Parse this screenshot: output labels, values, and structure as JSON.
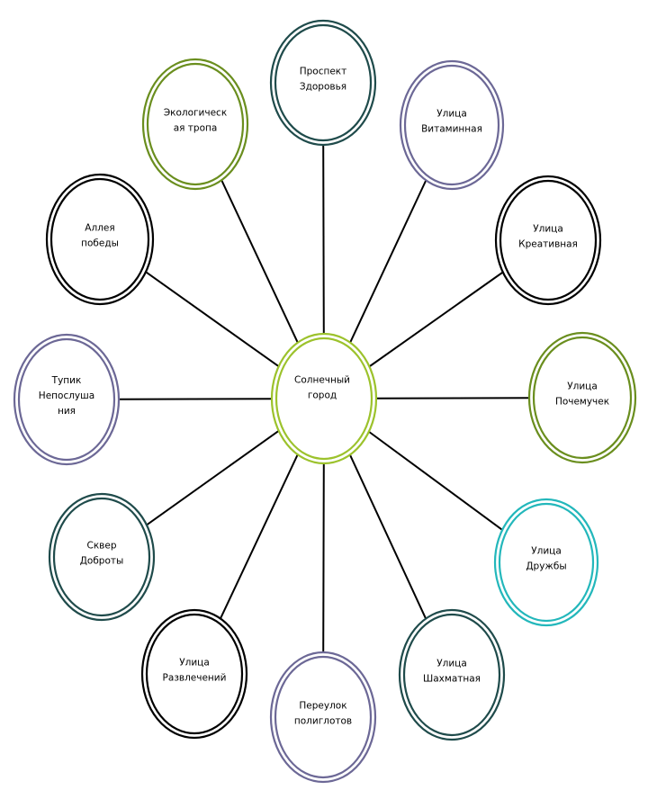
{
  "center": {
    "lines": [
      "Солнечный",
      "город"
    ],
    "color": "#9cc22c"
  },
  "nodes": [
    {
      "id": "prospekt-zdorovya",
      "lines": [
        "Проспект",
        "Здоровья"
      ],
      "color": "#1f4b4b"
    },
    {
      "id": "ulitsa-vitaminnaya",
      "lines": [
        "Улица",
        "Витаминная"
      ],
      "color": "#6c6896"
    },
    {
      "id": "ulitsa-kreativnaya",
      "lines": [
        "Улица",
        "Креативная"
      ],
      "color": "#000000"
    },
    {
      "id": "ulitsa-pochemuchek",
      "lines": [
        "Улица",
        "Почемучек"
      ],
      "color": "#6a8e1e"
    },
    {
      "id": "ulitsa-druzhby",
      "lines": [
        "Улица",
        "Дружбы"
      ],
      "color": "#23b7bb"
    },
    {
      "id": "ulitsa-shakhmatnaya",
      "lines": [
        "Улица",
        "Шахматная"
      ],
      "color": "#1f4b4b"
    },
    {
      "id": "pereulok-poliglotov",
      "lines": [
        "Переулок",
        "полиглотов"
      ],
      "color": "#6c6896"
    },
    {
      "id": "ulitsa-razvlecheniy",
      "lines": [
        "Улица",
        "Развлечений"
      ],
      "color": "#000000"
    },
    {
      "id": "skver-dobroty",
      "lines": [
        "Сквер",
        "Доброты"
      ],
      "color": "#1f4b4b"
    },
    {
      "id": "tupik-neposlushaniya",
      "lines": [
        "Тупик",
        "Непослуша",
        "ния"
      ],
      "color": "#6c6896"
    },
    {
      "id": "alleya-pobedy",
      "lines": [
        "Аллея",
        "победы"
      ],
      "color": "#000000"
    },
    {
      "id": "ekologicheskaya-tropa",
      "lines": [
        "Экологическ",
        "ая тропа"
      ],
      "color": "#6a8e1e"
    }
  ]
}
